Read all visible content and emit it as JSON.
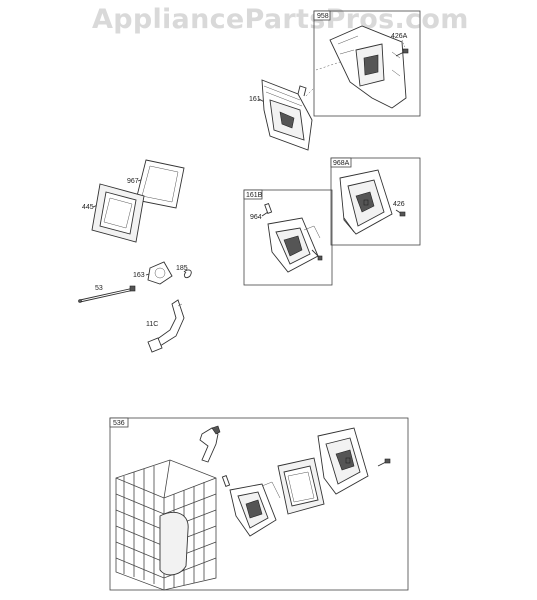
{
  "watermark": "AppliancePartsPros.com",
  "labels": {
    "p958": "958",
    "p426A": "426A",
    "p161": "161",
    "p968A": "968A",
    "p161B": "161B",
    "p964": "964",
    "p426": "426",
    "p967": "967",
    "p445": "445",
    "p163": "163",
    "p185": "185",
    "p53": "53",
    "p11C": "11C",
    "p536": "536"
  }
}
